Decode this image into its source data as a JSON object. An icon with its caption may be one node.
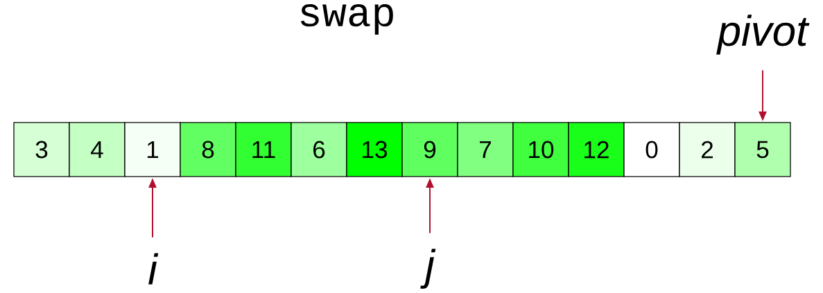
{
  "diagram": {
    "title": "swap",
    "nodes": [
      {
        "text": [
          "3"
        ]
      },
      {
        "text": [
          "4"
        ]
      },
      {
        "text": [
          "1"
        ]
      },
      {
        "text": [
          "8"
        ]
      },
      {
        "text": [
          "11"
        ]
      },
      {
        "text": [
          "6"
        ]
      },
      {
        "text": [
          "13"
        ]
      },
      {
        "text": [
          "9"
        ]
      },
      {
        "text": [
          "7"
        ]
      },
      {
        "text": [
          "10"
        ]
      },
      {
        "text": [
          "12"
        ]
      },
      {
        "text": [
          "0"
        ]
      },
      {
        "text": [
          "2"
        ]
      },
      {
        "text": [
          "5"
        ]
      },
      {
        "text": [
          "i"
        ]
      },
      {
        "text": [
          "j"
        ]
      },
      {
        "text": [
          "pivot"
        ]
      }
    ],
    "edges": [
      {
        "from": 14,
        "to": 2,
        "arrow": "to"
      },
      {
        "from": 15,
        "to": 7,
        "arrow": "to"
      },
      {
        "from": 16,
        "to": 13,
        "arrow": "to"
      }
    ]
  }
}
